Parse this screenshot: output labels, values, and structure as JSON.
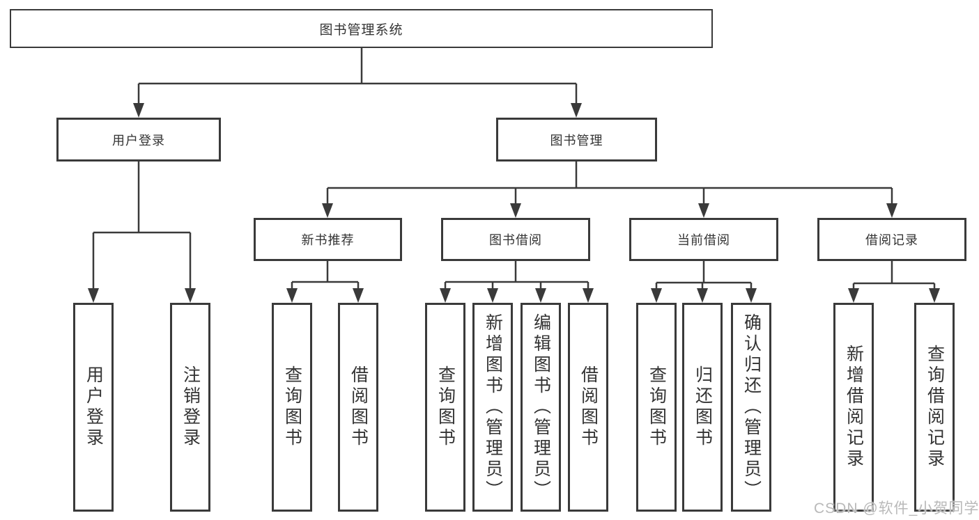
{
  "watermark": "CSDN @软件_小贺同学",
  "tree": {
    "label": "图书管理系统",
    "children": [
      {
        "label": "用户登录",
        "children": [
          {
            "label": "用户登录"
          },
          {
            "label": "注销登录"
          }
        ]
      },
      {
        "label": "图书管理",
        "children": [
          {
            "label": "新书推荐",
            "children": [
              {
                "label": "查询图书"
              },
              {
                "label": "借阅图书"
              }
            ]
          },
          {
            "label": "图书借阅",
            "children": [
              {
                "label": "查询图书"
              },
              {
                "label": "新增图书（管理员）"
              },
              {
                "label": "编辑图书（管理员）"
              },
              {
                "label": "借阅图书"
              }
            ]
          },
          {
            "label": "当前借阅",
            "children": [
              {
                "label": "查询图书"
              },
              {
                "label": "归还图书"
              },
              {
                "label": "确认归还（管理员）"
              }
            ]
          },
          {
            "label": "借阅记录",
            "children": [
              {
                "label": "新增借阅记录"
              },
              {
                "label": "查询借阅记录"
              }
            ]
          }
        ]
      }
    ]
  },
  "colors": {
    "line": "#3a3a3a",
    "text": "#333333",
    "watermark": "#b9b9b9"
  }
}
